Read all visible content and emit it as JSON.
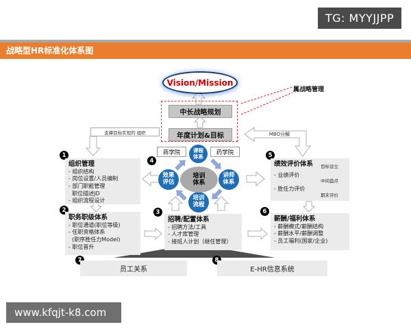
{
  "badge": {
    "label": "TG: MYYJJPP"
  },
  "header": {
    "title": "战略型HR标准化体系图"
  },
  "watermark": {
    "url_text": "www.kfqjt-k8.com"
  },
  "strategy": {
    "vision_label": "Vision/Mission",
    "mid_long_plan": "中长战略规划",
    "annual_plan": "年度计划&目标",
    "strategy_mgmt_note": "属战略管理",
    "support_note": "支撑目标实现的 组织",
    "mbo_note": "MBO分解"
  },
  "training_wheel": {
    "number": "4",
    "center": "培训\n体系",
    "top": "课程\n体系",
    "right": "讲师\n体系",
    "bottom": "培训\n流程",
    "left": "效果\n评估",
    "business_school": "商学院",
    "pharmacy_school": "药学院"
  },
  "boxes": {
    "org": {
      "number": "1",
      "title": "组织管理",
      "items": [
        "- 组织结构",
        "- 岗位设置/人员编制",
        "- 部门职能管理",
        "  职位描述JD",
        "- 组织流程设计"
      ]
    },
    "grade": {
      "number": "2",
      "title": "职务职级体系",
      "items": [
        "- 职位通道(职位等级)",
        "- 任职资格体系",
        "  (职序胜任力Model)",
        "- 职位晋升"
      ]
    },
    "recruit": {
      "number": "3",
      "title": "招聘/配置体系",
      "items": [
        "- 招聘方法/工具",
        "- 人才库管理",
        "- 接班人计划（继任管理）"
      ]
    },
    "performance": {
      "number": "5",
      "title": "绩效评价体系",
      "items": [
        "- 业绩评价",
        "- 胜任力评价"
      ],
      "bracket": [
        "目标设立",
        "中间盘点",
        "期末评价"
      ]
    },
    "compensation": {
      "number": "6",
      "title": "薪酬/福利体系",
      "items": [
        "- 薪酬模式/薪酬结构",
        "- 薪酬水平/薪酬调整",
        "- 员工福利(国家/企业)"
      ]
    },
    "employee_relations": {
      "number": "7",
      "title": "员工关系"
    },
    "ehr": {
      "number": "8",
      "title": "E-HR信息系统"
    }
  },
  "colors": {
    "accent_orange": "#e87e2e",
    "diagram_blue": "#1f6eb5",
    "alert_red": "#e03030",
    "badge_gray": "#4a4a4a"
  }
}
